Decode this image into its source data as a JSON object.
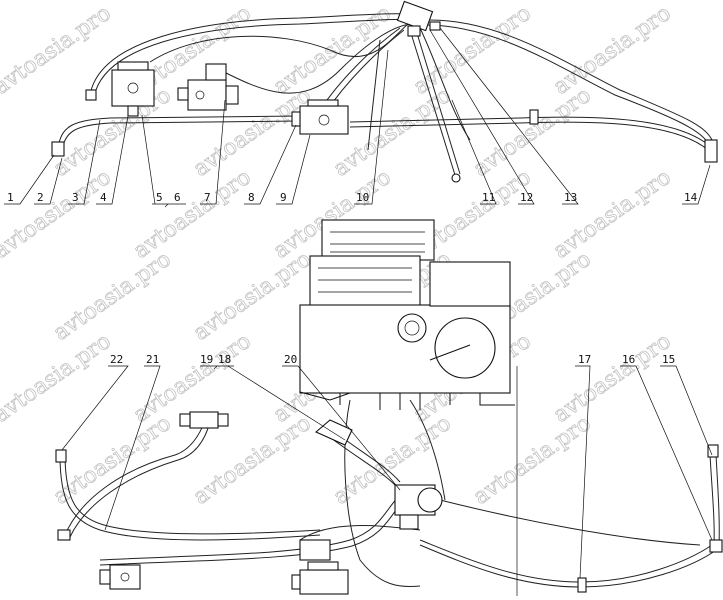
{
  "diagram": {
    "type": "hydraulic hose assembly parts diagram",
    "top_labels": [
      "1",
      "2",
      "3",
      "4",
      "5",
      "6",
      "7",
      "8",
      "9",
      "10",
      "11",
      "12",
      "13",
      "14"
    ],
    "bottom_labels": [
      "22",
      "21",
      "19",
      "18",
      "20",
      "17",
      "16",
      "15"
    ],
    "watermark": "avtoasia.pro",
    "line_color": "#111111",
    "watermark_color": "#b8b8b8"
  }
}
